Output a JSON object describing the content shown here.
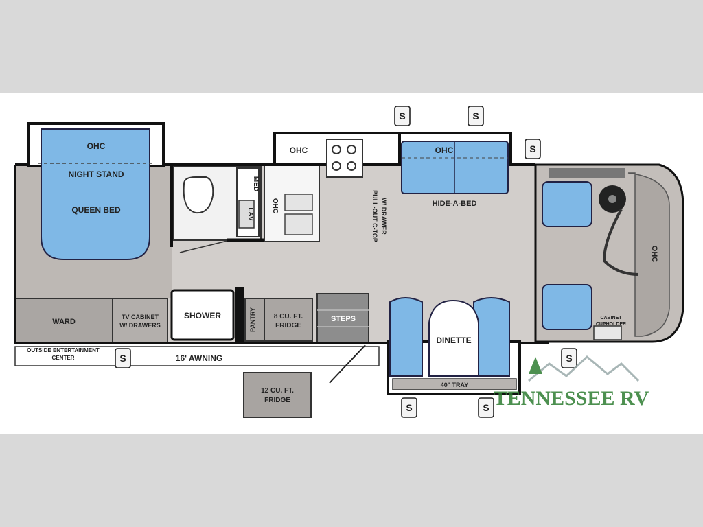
{
  "labels": {
    "ohc_bedroom": "OHC",
    "night_stand": "NIGHT STAND",
    "queen_bed": "QUEEN BED",
    "lav": "LAV",
    "med": "MED",
    "ohc_galley_side": "OHC",
    "ohc_galley_top": "OHC",
    "ohc_sofa": "OHC",
    "hide_a_bed": "HIDE-A-BED",
    "pull_out_top": "PULL-OUT C-TOP",
    "pull_out_drawer": "W/ DRAWER",
    "ohc_cab": "OHC",
    "wardrobe": "WARD",
    "tv_cabinet_1": "TV CABINET",
    "tv_cabinet_2": "W/ DRAWERS",
    "shower": "SHOWER",
    "pantry": "PANTRY",
    "fridge8_1": "8 CU. FT.",
    "fridge8_2": "FRIDGE",
    "steps": "STEPS",
    "dinette": "DINETTE",
    "tray": "40\" TRAY",
    "cabinet_1": "CABINET",
    "cabinet_2": "CUPHOLDER",
    "outside_ent_1": "OUTSIDE ENTERTAINMENT",
    "outside_ent_2": "CENTER",
    "awning": "16' AWNING",
    "fridge12_1": "12 CU. FT.",
    "fridge12_2": "FRIDGE",
    "slide_marker": "S",
    "logo": "TENNESSEE RV"
  },
  "colors": {
    "bed_blue": "#7fb8e6",
    "floor_gray": "#c9c4c0",
    "cabinet_gray": "#a9a5a2",
    "wall": "#111111",
    "logo_green": "#2e7d32"
  }
}
